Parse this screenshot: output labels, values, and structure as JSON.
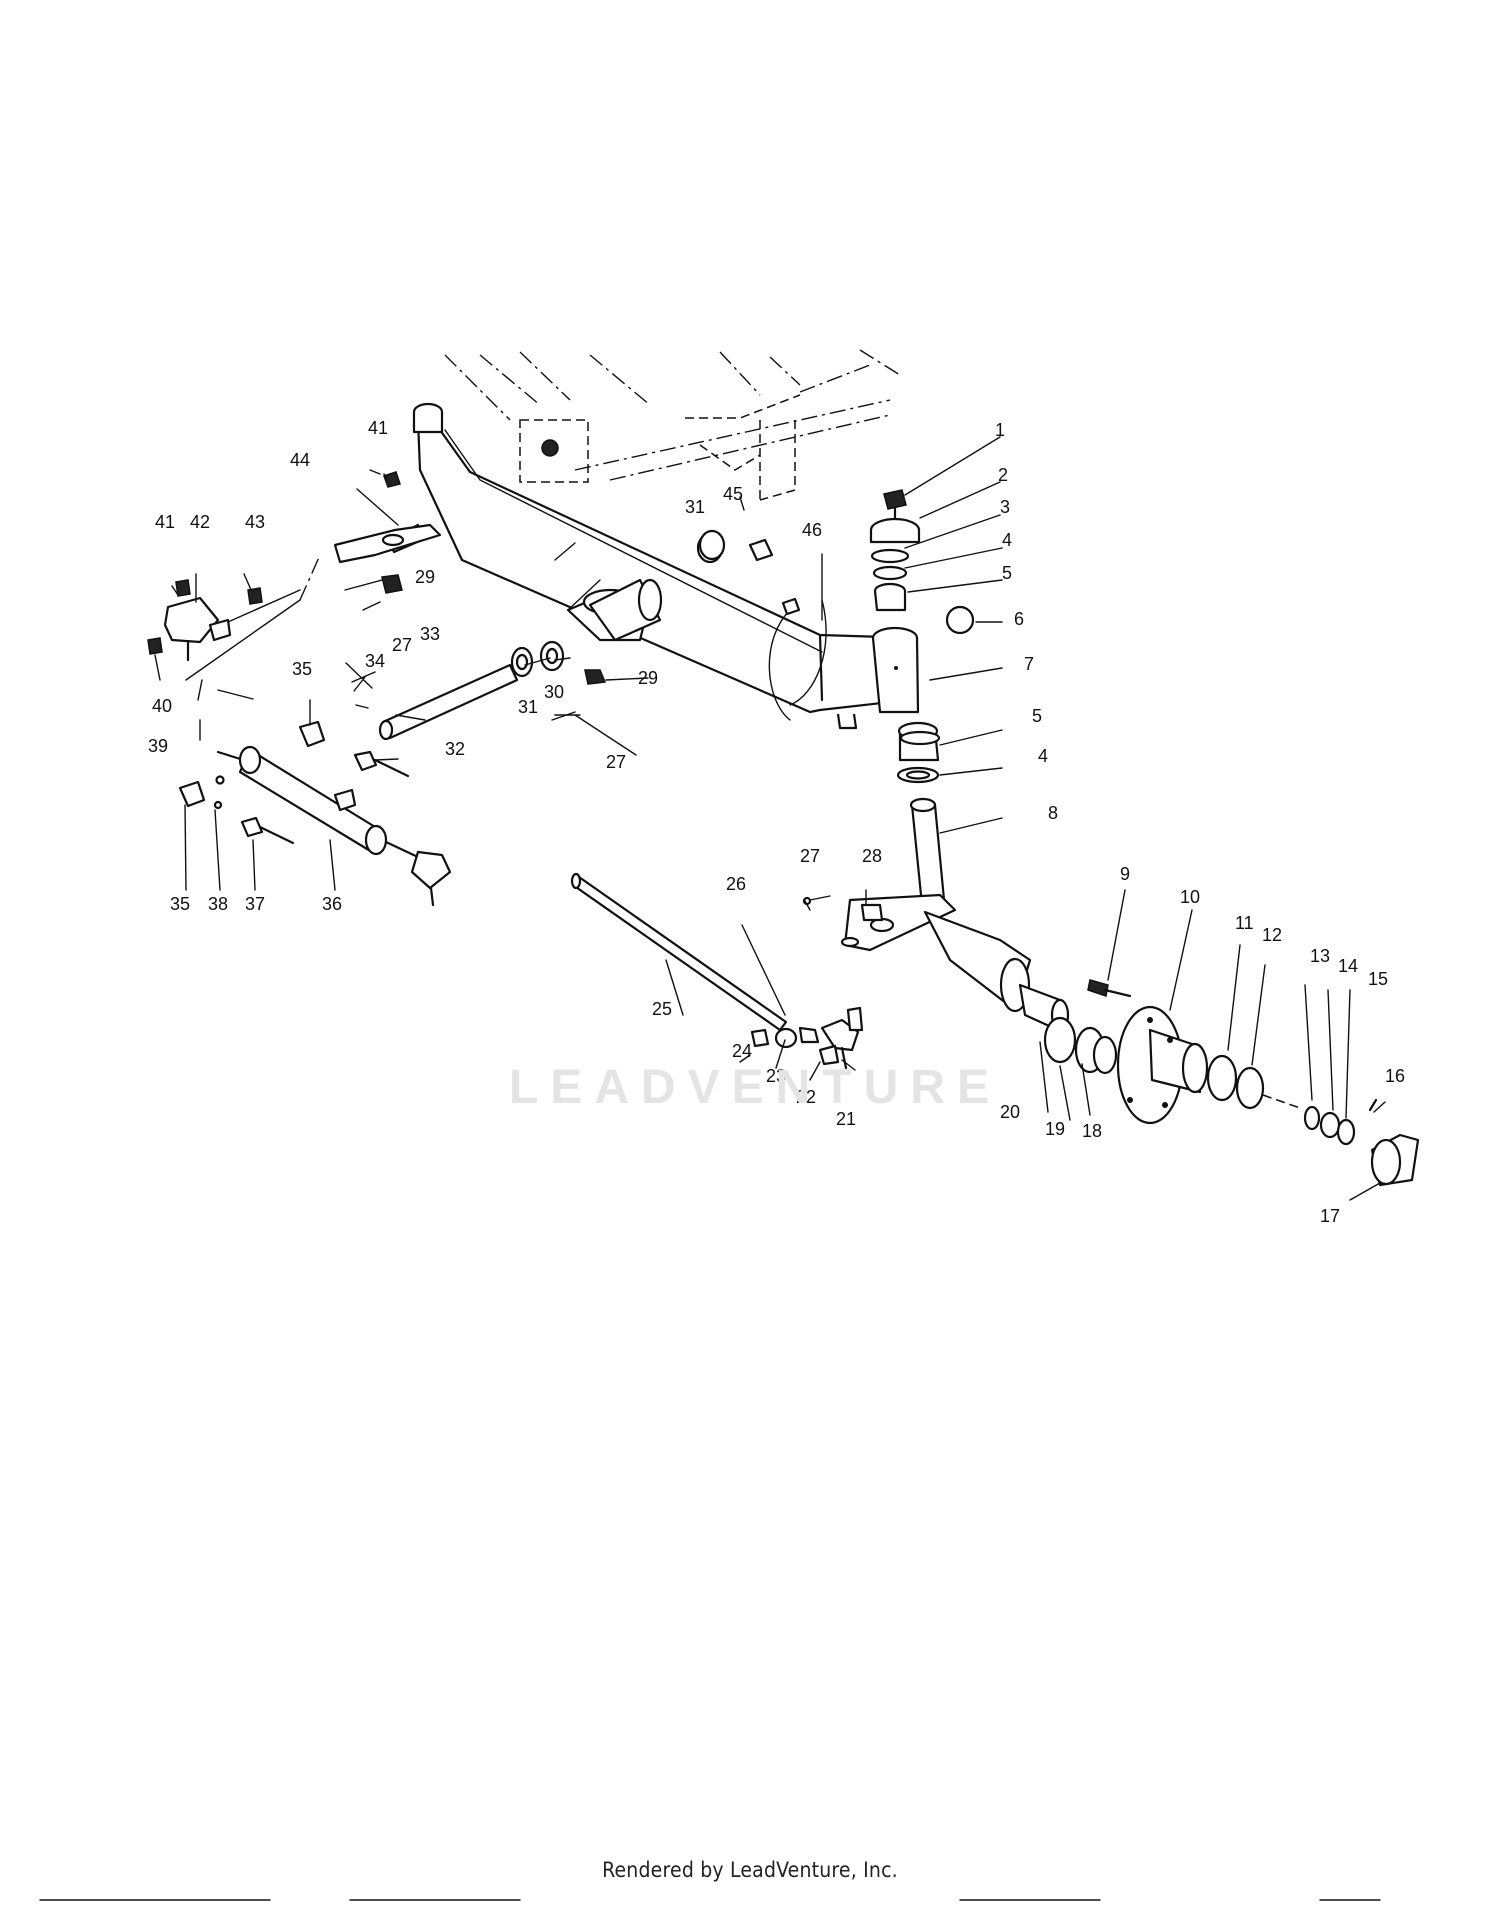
{
  "diagram": {
    "part_numbers": [
      "1",
      "2",
      "3",
      "4",
      "5",
      "6",
      "7",
      "5",
      "4",
      "8",
      "9",
      "10",
      "11",
      "12",
      "13",
      "14",
      "15",
      "16",
      "17",
      "18",
      "19",
      "20",
      "21",
      "22",
      "23",
      "24",
      "25",
      "26",
      "27",
      "28",
      "27",
      "29",
      "30",
      "31",
      "32",
      "33",
      "34",
      "27",
      "29",
      "31",
      "45",
      "46",
      "44",
      "41",
      "41",
      "42",
      "43",
      "40",
      "35",
      "39",
      "35",
      "38",
      "37",
      "36"
    ]
  },
  "watermark": "LEADVENTURE",
  "footer": "Rendered by LeadVenture, Inc."
}
